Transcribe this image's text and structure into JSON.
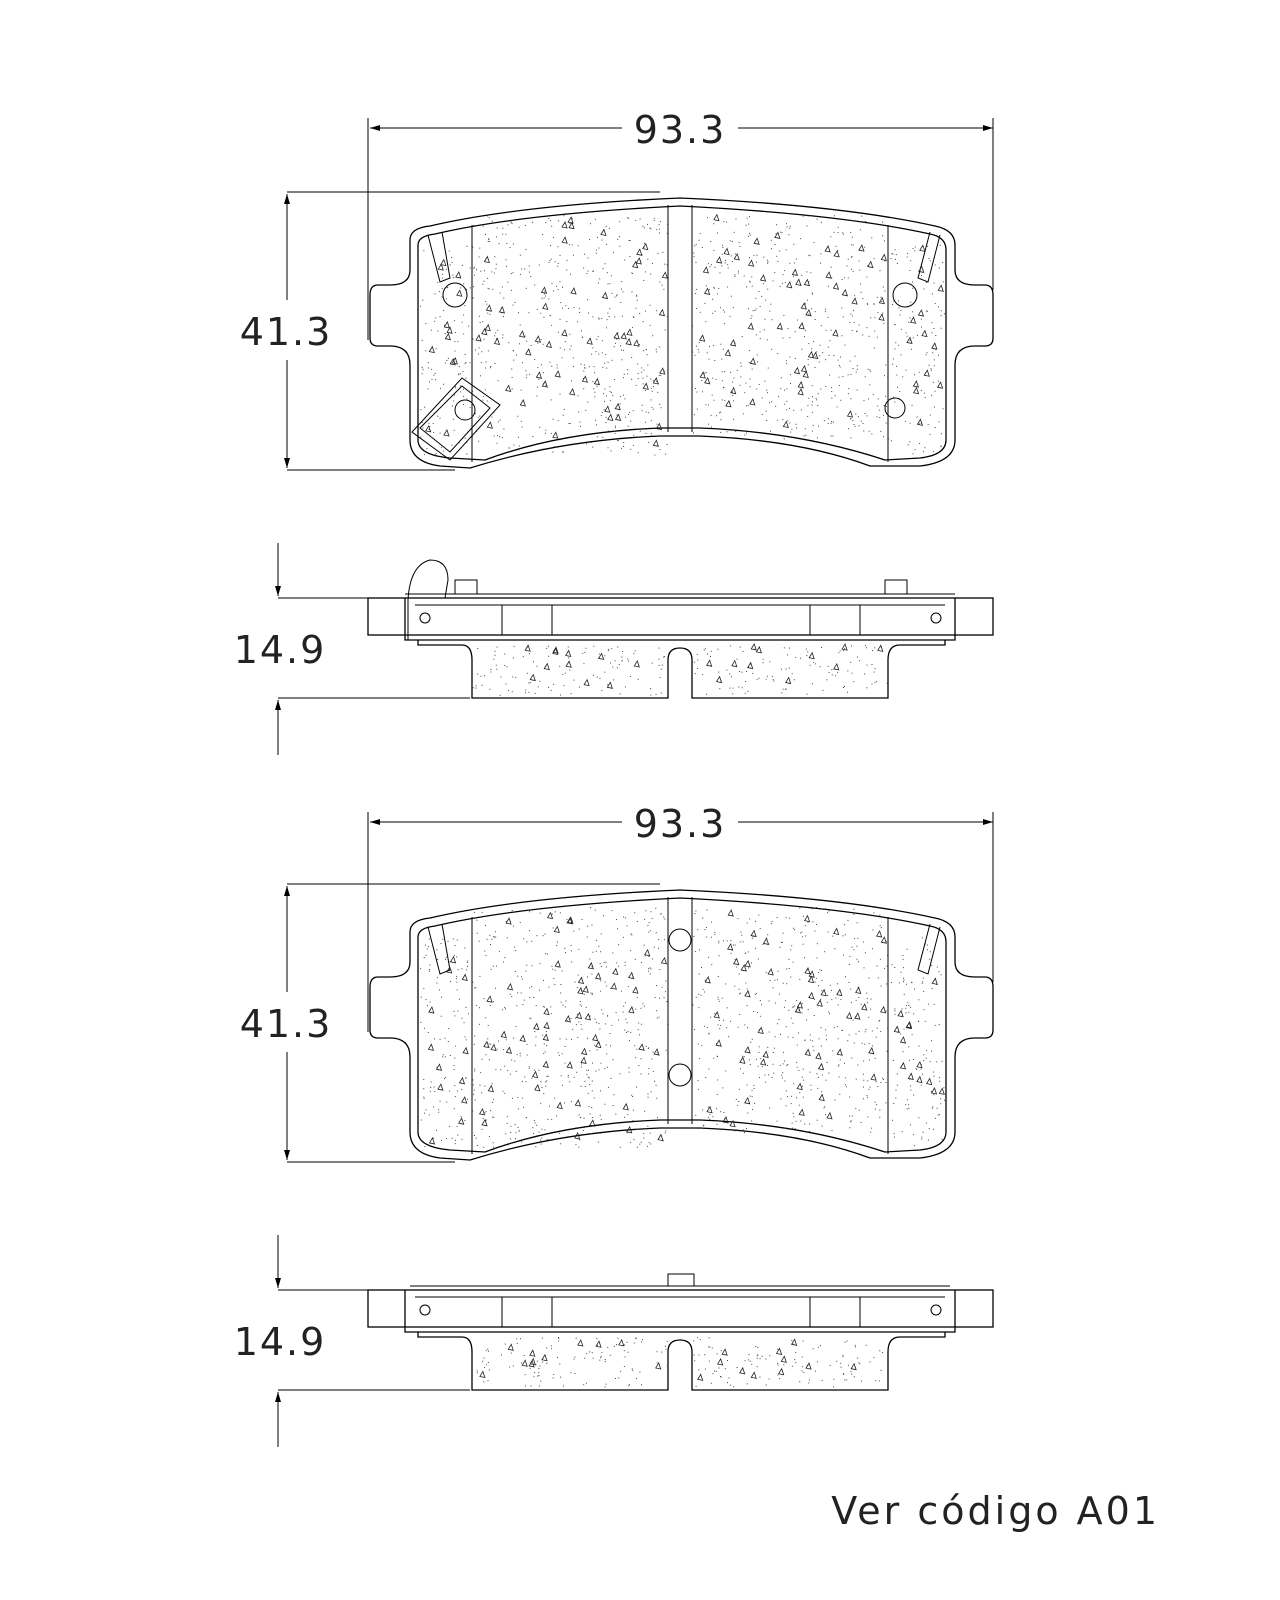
{
  "views": [
    {
      "width_label": "93.3",
      "height_label": "41.3",
      "thickness_label": "14.9"
    },
    {
      "width_label": "93.3",
      "height_label": "41.3",
      "thickness_label": "14.9"
    }
  ],
  "note": "Ver código A01",
  "colors": {
    "line": "#000000",
    "background": "#ffffff"
  }
}
